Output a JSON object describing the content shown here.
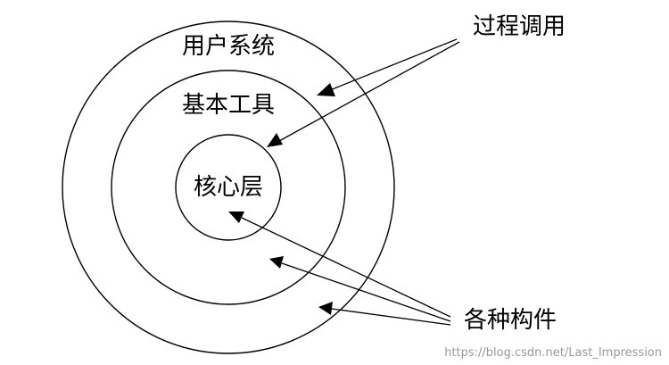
{
  "diagram": {
    "layers": [
      {
        "label": "用户系统"
      },
      {
        "label": "基本工具"
      },
      {
        "label": "核心层"
      }
    ],
    "callouts": {
      "process_call": "过程调用",
      "components": "各种构件"
    }
  },
  "watermark": "https://blog.csdn.net/Last_Impression"
}
